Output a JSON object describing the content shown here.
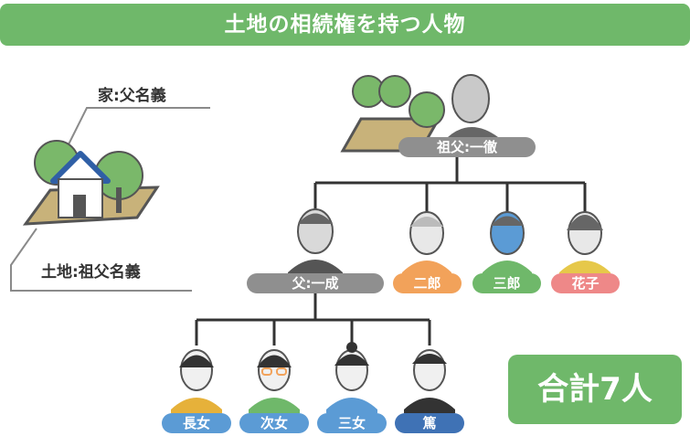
{
  "title": "土地の相続権を持つ人物",
  "property": {
    "house_label": "家:父名義",
    "land_label": "土地:祖父名義"
  },
  "people": {
    "grandfather": "祖父:一徹",
    "father": "父:一成",
    "jiro": "二郎",
    "saburo": "三郎",
    "hanako": "花子",
    "eldest_daughter": "長女",
    "second_daughter": "次女",
    "third_daughter": "三女",
    "atsushi": "篤"
  },
  "total": "合計7人",
  "colors": {
    "green": "#6fb86a",
    "gray": "#8f8f8f",
    "orange": "#f2a25a",
    "pink": "#ee8888",
    "blue": "#5b9bd5",
    "navy": "#3f72b5"
  }
}
